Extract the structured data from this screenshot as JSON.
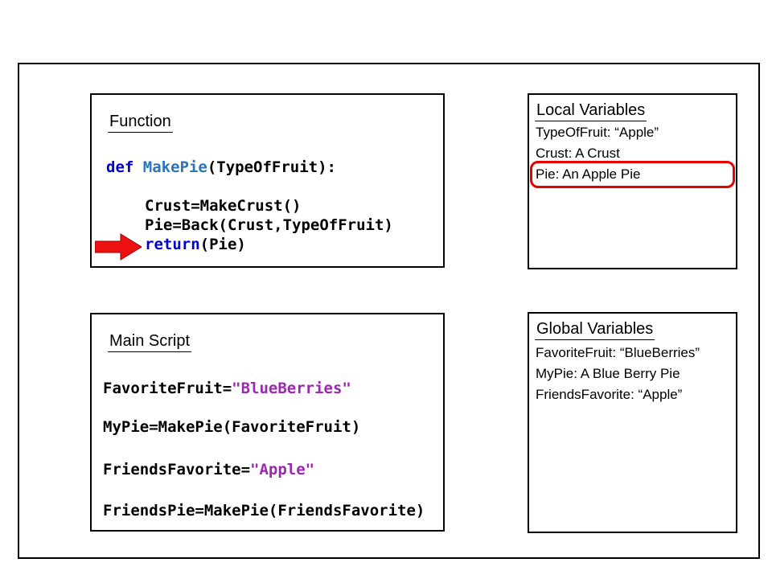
{
  "slide": {
    "colors": {
      "keyword": "#0000cc",
      "function_name": "#2e75b6",
      "string_literal": "#9c27b0",
      "highlight_red": "#e60000",
      "arrow_red": "#ee1111"
    },
    "function_box": {
      "title": "Function",
      "code": {
        "l1_kw": "def ",
        "l1_fn": "MakePie",
        "l1_rest": "(TypeOfFruit):",
        "l2": "Crust=MakeCrust()",
        "l3": "Pie=Back(Crust,TypeOfFruit)",
        "l4_kw": "return",
        "l4_rest": "(Pie)"
      }
    },
    "local_variables_box": {
      "title": "Local Variables",
      "items": [
        "TypeOfFruit: “Apple”",
        "Crust: A Crust",
        "Pie: An Apple Pie"
      ],
      "highlighted_item": "Pie: An Apple Pie"
    },
    "main_script_box": {
      "title": "Main Script",
      "code": {
        "l1_plain": "FavoriteFruit=",
        "l1_str": "\"BlueBerries\"",
        "l2": "MyPie=MakePie(FavoriteFruit)",
        "l3_plain": "FriendsFavorite=",
        "l3_str": "\"Apple\"",
        "l4": "FriendsPie=MakePie(FriendsFavorite)"
      }
    },
    "global_variables_box": {
      "title": "Global Variables",
      "items": [
        "FavoriteFruit: “BlueBerries”",
        "MyPie: A Blue Berry Pie",
        "FriendsFavorite: “Apple”"
      ]
    }
  }
}
